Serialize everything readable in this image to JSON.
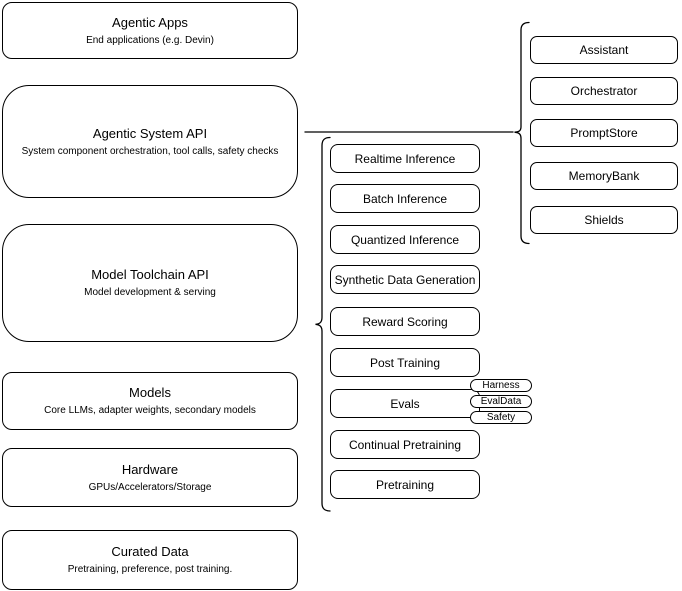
{
  "diagram": {
    "left_stack": [
      {
        "title": "Agentic Apps",
        "subtitle": "End applications (e.g. Devin)"
      },
      {
        "title": "Agentic System API",
        "subtitle": "System component orchestration, tool calls, safety checks"
      },
      {
        "title": "Model Toolchain API",
        "subtitle": "Model development & serving"
      },
      {
        "title": "Models",
        "subtitle": "Core LLMs, adapter weights, secondary models"
      },
      {
        "title": "Hardware",
        "subtitle": "GPUs/Accelerators/Storage"
      },
      {
        "title": "Curated Data",
        "subtitle": "Pretraining, preference, post training."
      }
    ],
    "toolchain_stack": [
      "Realtime Inference",
      "Batch Inference",
      "Quantized Inference",
      "Synthetic Data Generation",
      "Reward Scoring",
      "Post Training",
      "Evals",
      "Continual Pretraining",
      "Pretraining"
    ],
    "evals_tags": [
      "Harness",
      "EvalData",
      "Safety"
    ],
    "system_stack": [
      "Assistant",
      "Orchestrator",
      "PromptStore",
      "MemoryBank",
      "Shields"
    ],
    "colors": {
      "stroke": "#000000",
      "fill": "#ffffff",
      "background": "#ffffff"
    }
  }
}
